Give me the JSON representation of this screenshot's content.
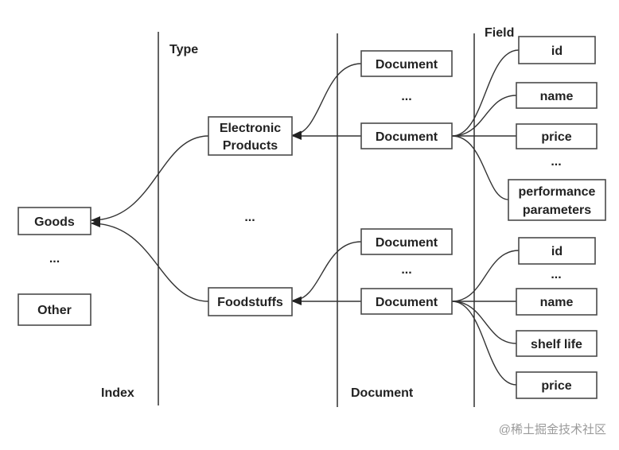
{
  "columns": {
    "index": "Index",
    "type": "Type",
    "document": "Document",
    "field": "Field"
  },
  "index_nodes": {
    "goods": "Goods",
    "ellipsis": "...",
    "other": "Other"
  },
  "type_nodes": {
    "electronic_line1": "Electronic",
    "electronic_line2": "Products",
    "ellipsis": "...",
    "foodstuffs": "Foodstuffs"
  },
  "document_nodes": {
    "top_doc_1": "Document",
    "top_ellipsis": "...",
    "top_doc_2": "Document",
    "bottom_doc_1": "Document",
    "bottom_ellipsis": "...",
    "bottom_doc_2": "Document"
  },
  "field_nodes_top": {
    "id": "id",
    "name": "name",
    "price": "price",
    "ellipsis": "...",
    "perf_line1": "performance",
    "perf_line2": "parameters"
  },
  "field_nodes_bottom": {
    "id": "id",
    "ellipsis": "...",
    "name": "name",
    "shelf_life": "shelf life",
    "price": "price"
  },
  "watermark": "@稀土掘金技术社区"
}
